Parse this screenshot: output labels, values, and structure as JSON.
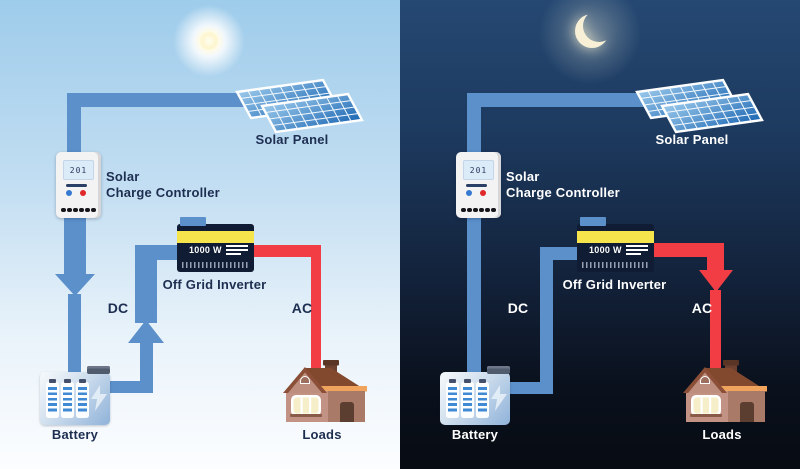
{
  "labels": {
    "solar_panel": "Solar Panel",
    "charge_controller_line1": "Solar",
    "charge_controller_line2": "Charge Controller",
    "controller_display": "201",
    "inverter": "Off Grid Inverter",
    "inverter_power": "1000 W",
    "dc": "DC",
    "ac": "AC",
    "battery": "Battery",
    "loads": "Loads"
  },
  "scenes": [
    {
      "id": "day",
      "celestial": "sun"
    },
    {
      "id": "night",
      "celestial": "moon"
    }
  ],
  "colors": {
    "wire_blue": "#5b90cb",
    "ac_red": "#f23d44",
    "day_text": "#1d2e50",
    "night_text": "#ffffff",
    "inverter_body": "#101b34",
    "inverter_yellow": "#f6e44c"
  }
}
